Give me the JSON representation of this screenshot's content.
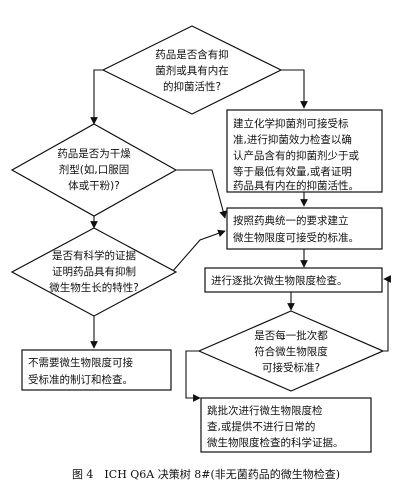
{
  "nodes": {
    "q_preservative": {
      "lines": [
        "药品是否含有抑",
        "菌剂或具有内在",
        "的抑菌活性?"
      ]
    },
    "establish_criteria": {
      "lines": [
        "建立化学抑菌剂可接受标",
        "准,进行抑菌效力检查以确",
        "认产品含有的抑菌剂少于或",
        "等于最低有效量,或者证明",
        "药品具有内在的抑菌活性。"
      ]
    },
    "q_dry_dosage": {
      "lines": [
        "药品是否为干燥",
        "剂型(如,口服固",
        "体或干粉)?"
      ]
    },
    "pharmacopoeia_limits": {
      "lines": [
        "按照药典统一的要求建立",
        "微生物限度可接受的标准。"
      ]
    },
    "q_scientific_evidence": {
      "lines": [
        "是否有科学的证据",
        "证明药品具有抑制",
        "微生物生长的特性?"
      ]
    },
    "batch_testing": {
      "lines": [
        "进行逐批次微生物限度检查。"
      ]
    },
    "q_each_batch": {
      "lines": [
        "是否每一批次都",
        "符合微生物限度",
        "可接受标准?"
      ]
    },
    "no_test_needed": {
      "lines": [
        "不需要微生物限度可接",
        "受标准的制订和检查。"
      ]
    },
    "skip_lot": {
      "lines": [
        "跳批次进行微生物限度检",
        "查,或提供不进行日常的",
        "微生物限度检查的科学证据。"
      ]
    }
  },
  "caption": "图 4　ICH Q6A 决策树 8#(非无菌药品的微生物检查)"
}
